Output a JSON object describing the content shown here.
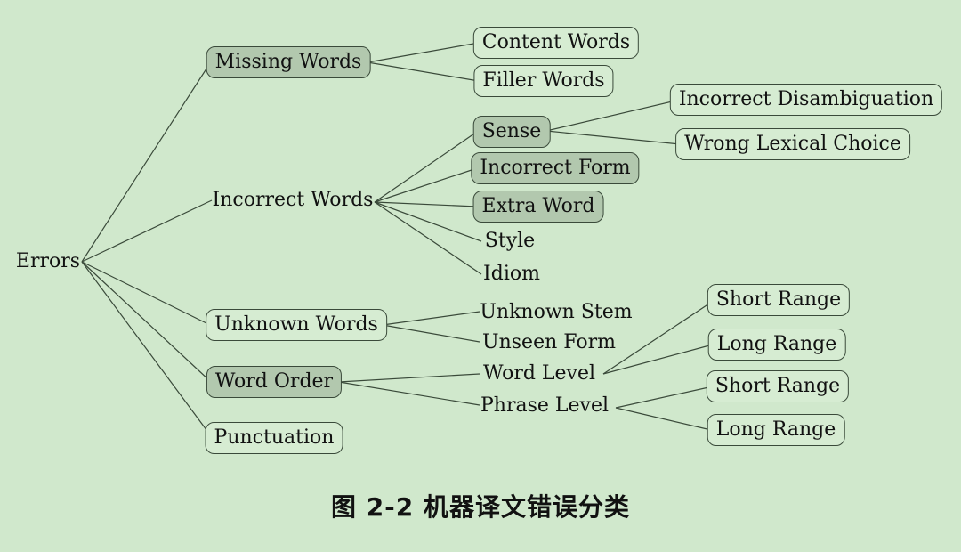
{
  "caption": "图 2-2    机器译文错误分类",
  "tree": {
    "root": "Errors",
    "level1": {
      "missing_words": "Missing Words",
      "incorrect_words": "Incorrect Words",
      "unknown_words": "Unknown Words",
      "word_order": "Word Order",
      "punctuation": "Punctuation"
    },
    "missing_words_children": {
      "content_words": "Content Words",
      "filler_words": "Filler Words"
    },
    "incorrect_words_children": {
      "sense": "Sense",
      "incorrect_form": "Incorrect Form",
      "extra_word": "Extra Word",
      "style": "Style",
      "idiom": "Idiom"
    },
    "sense_children": {
      "incorrect_disambiguation": "Incorrect Disambiguation",
      "wrong_lexical_choice": "Wrong Lexical Choice"
    },
    "unknown_words_children": {
      "unknown_stem": "Unknown Stem",
      "unseen_form": "Unseen Form"
    },
    "word_order_children": {
      "word_level": "Word Level",
      "phrase_level": "Phrase Level"
    },
    "word_level_children": {
      "short_range": "Short Range",
      "long_range": "Long Range"
    },
    "phrase_level_children": {
      "short_range": "Short Range",
      "long_range": "Long Range"
    }
  },
  "colors": {
    "background": "#d0e8cc",
    "node_fill": "#d6ecd2",
    "shaded_fill": "#b2c8ae",
    "line": "#3a4a3a"
  }
}
